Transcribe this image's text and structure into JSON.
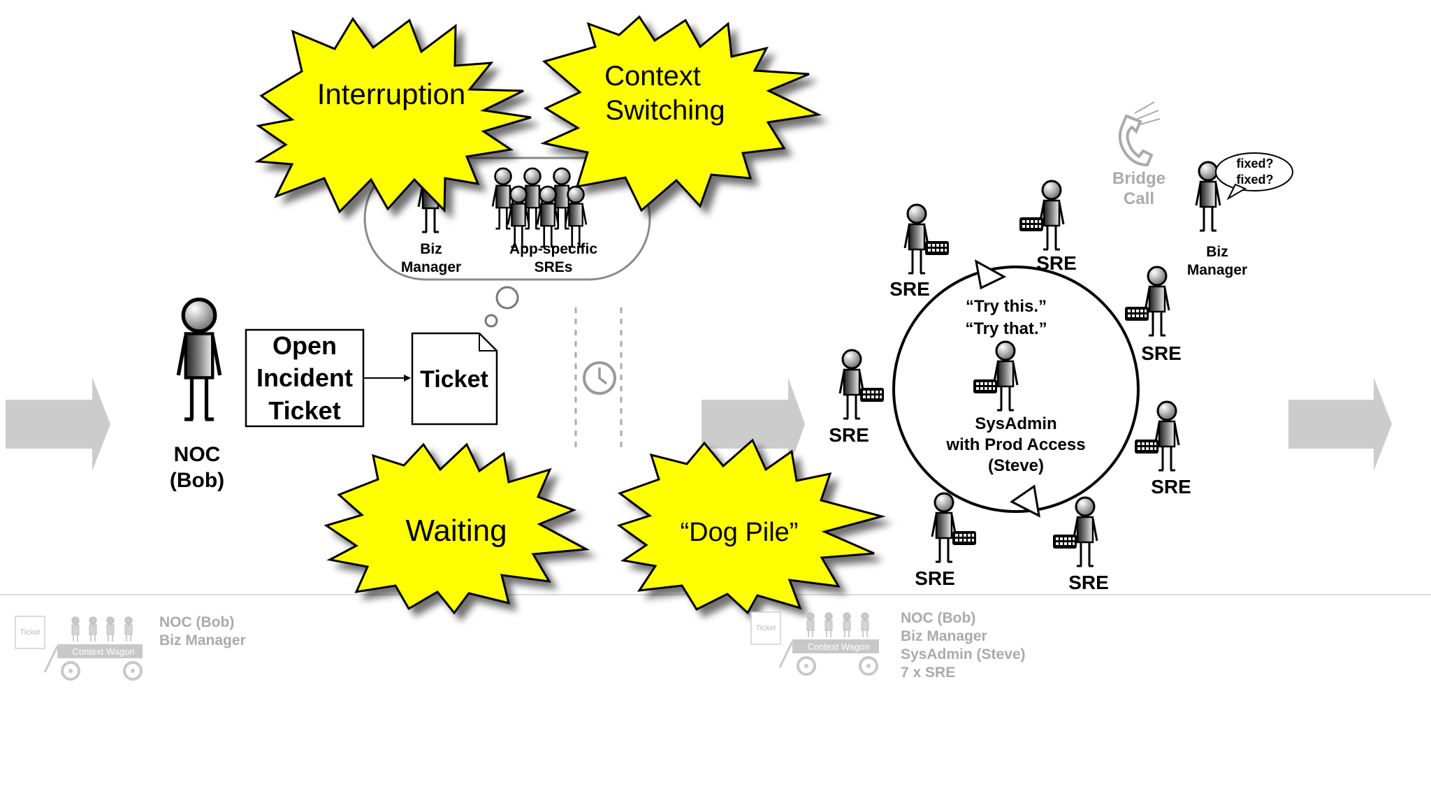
{
  "bursts": {
    "interruption": "Interruption",
    "context_line1": "Context",
    "context_line2": "Switching",
    "waiting": "Waiting",
    "dog_pile": "“Dog Pile”"
  },
  "thought": {
    "biz_line1": "Biz",
    "biz_line2": "Manager",
    "sres_line1": "App-specific",
    "sres_line2": "SREs"
  },
  "noc": {
    "line1": "NOC",
    "line2": "(Bob)"
  },
  "open_box": {
    "line1": "Open",
    "line2": "Incident",
    "line3": "Ticket"
  },
  "ticket_doc": "Ticket",
  "clock_icon": "clock-icon",
  "bridge": {
    "line1": "Bridge",
    "line2": "Call",
    "icon": "phone-icon"
  },
  "biz_right": {
    "line1": "Biz",
    "line2": "Manager",
    "bubble1": "fixed?",
    "bubble2": "fixed?"
  },
  "cycle": {
    "try1": "“Try this.”",
    "try2": "“Try that.”",
    "center_line1": "SysAdmin",
    "center_line2": "with Prod Access",
    "center_line3": "(Steve)"
  },
  "sre_label": "SRE",
  "wagon_left": {
    "ticket": "Ticket",
    "wagon": "Context Wagon",
    "lines": [
      "NOC (Bob)",
      "Biz Manager"
    ]
  },
  "wagon_right": {
    "ticket": "Ticket",
    "wagon": "Context Wagon",
    "lines": [
      "NOC (Bob)",
      "Biz Manager",
      "SysAdmin (Steve)",
      "7 x SRE"
    ]
  },
  "colors": {
    "burst_fill": "#ffff00",
    "arrow_gray": "#cccccc",
    "faded_gray": "#aaaaaa",
    "wagon_gray": "#c8c8c8"
  }
}
